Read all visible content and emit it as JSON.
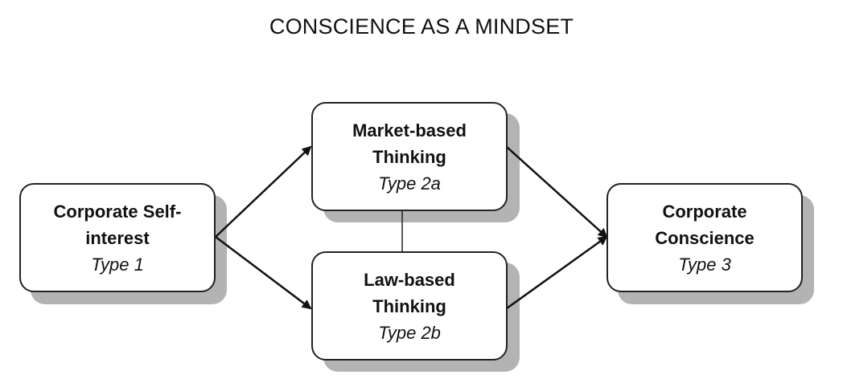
{
  "title": "CONSCIENCE AS A MINDSET",
  "nodes": {
    "self_interest": {
      "name_line1": "Corporate Self-",
      "name_line2": "interest",
      "type": "Type 1"
    },
    "market": {
      "name_line1": "Market-based",
      "name_line2": "Thinking",
      "type": "Type 2a"
    },
    "law": {
      "name_line1": "Law-based",
      "name_line2": "Thinking",
      "type": "Type 2b"
    },
    "conscience": {
      "name_line1": "Corporate",
      "name_line2": "Conscience",
      "type": "Type 3"
    }
  },
  "colors": {
    "border": "#222222",
    "shadow": "#b3b3b3",
    "arrow": "#111111"
  }
}
